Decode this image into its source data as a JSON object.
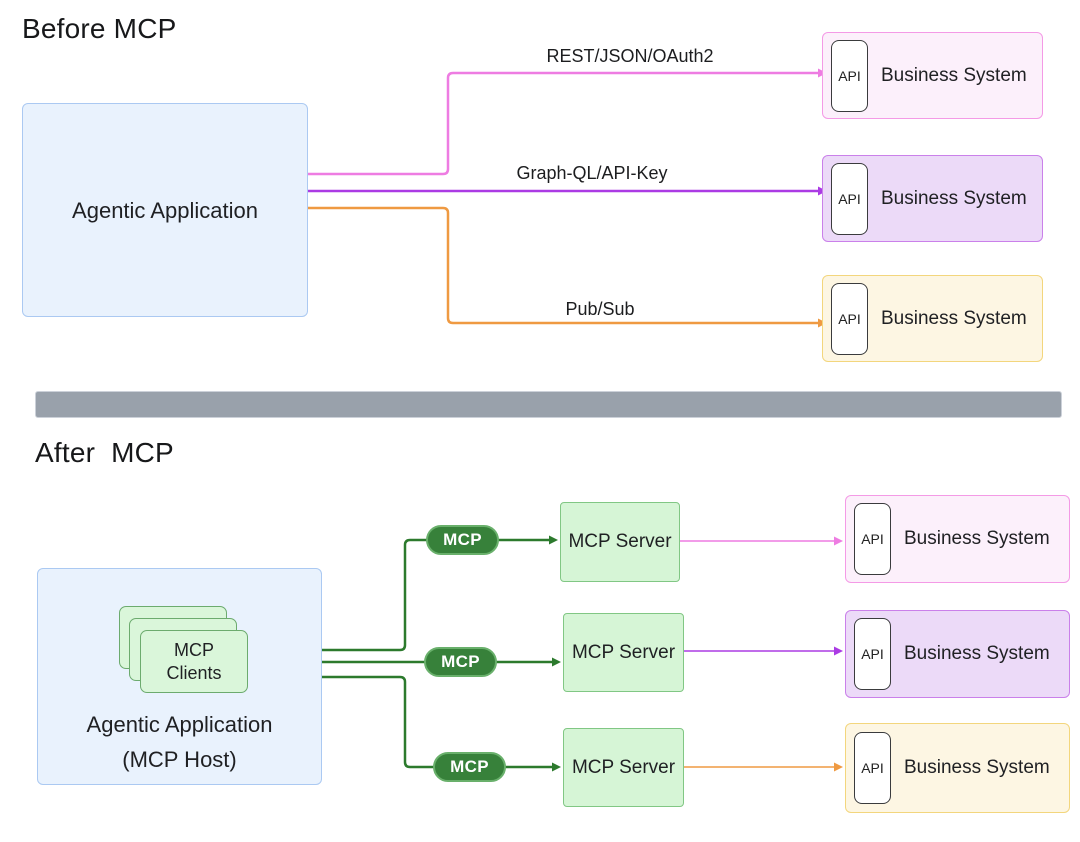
{
  "colors": {
    "pink_line": "#ee7ce2",
    "purple_line": "#ab3be4",
    "orange_line": "#ef9a42",
    "green_line": "#2c7a2d",
    "pill_green": "#37813a",
    "blue_box_fill": "#e9f2fd",
    "blue_box_border": "#abc9f2",
    "pink_box_fill": "#fcf0fb",
    "pink_box_border": "#f49ae6",
    "purple_box_fill": "#ecdaf8",
    "purple_box_border": "#ca80ea",
    "orange_box_fill": "#fdf6e3",
    "orange_box_border": "#f3d67d",
    "green_box_fill": "#d6f5d6",
    "green_box_border": "#81c784",
    "divider_gray": "#99a1ab"
  },
  "before": {
    "title": "Before MCP",
    "app_label": "Agentic Application",
    "connections": [
      {
        "label": "REST/JSON/OAuth2"
      },
      {
        "label": "Graph-QL/API-Key"
      },
      {
        "label": "Pub/Sub"
      }
    ],
    "systems": [
      {
        "api_label": "API",
        "label": "Business System"
      },
      {
        "api_label": "API",
        "label": "Business System"
      },
      {
        "api_label": "API",
        "label": "Business System"
      }
    ]
  },
  "after": {
    "title": "After  MCP",
    "host_label": "Agentic Application",
    "host_sublabel": "(MCP Host)",
    "clients_label": "MCP Clients",
    "protocol_label": "MCP",
    "servers": [
      {
        "label": "MCP Server"
      },
      {
        "label": "MCP Server"
      },
      {
        "label": "MCP Server"
      }
    ],
    "systems": [
      {
        "api_label": "API",
        "label": "Business System"
      },
      {
        "api_label": "API",
        "label": "Business System"
      },
      {
        "api_label": "API",
        "label": "Business System"
      }
    ]
  }
}
